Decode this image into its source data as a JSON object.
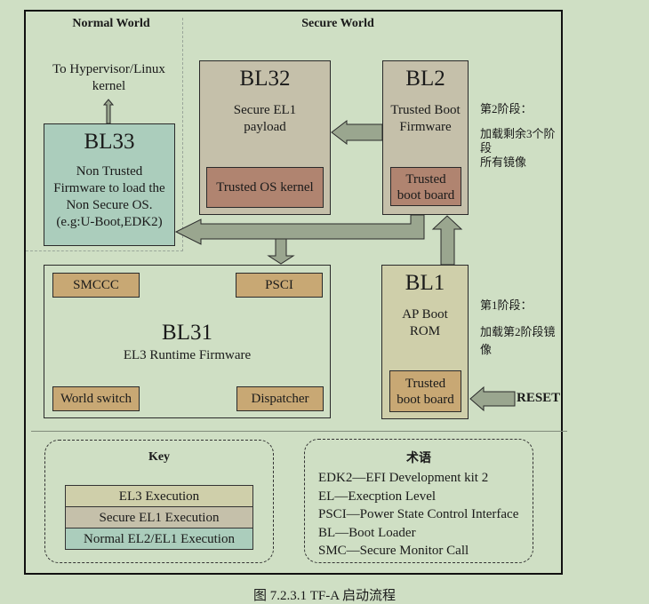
{
  "figure": {
    "caption": "图 7.2.3.1 TF-A 启动流程",
    "regions": {
      "normal_world": "Normal World",
      "secure_world": "Secure World"
    },
    "hypervisor_target": [
      "To Hypervisor/Linux",
      "kernel"
    ],
    "bl33": {
      "title": "BL33",
      "desc": [
        "Non Trusted",
        "Firmware to load the",
        "Non Secure OS.",
        "(e.g:U-Boot,EDK2)"
      ]
    },
    "bl32": {
      "title": "BL32",
      "desc": [
        "Secure EL1",
        "payload"
      ],
      "component": "Trusted OS kernel"
    },
    "bl2": {
      "title": "BL2",
      "desc": [
        "Trusted Boot",
        "Firmware"
      ],
      "component": [
        "Trusted",
        "boot board"
      ]
    },
    "bl2_note": {
      "stage": "第2阶段：",
      "desc": [
        "加载剩余3个阶段",
        "所有镜像"
      ]
    },
    "bl31": {
      "title": "BL31",
      "desc": "EL3 Runtime Firmware",
      "components": [
        "SMCCC",
        "PSCI",
        "World switch",
        "Dispatcher"
      ]
    },
    "bl1": {
      "title": "BL1",
      "desc": [
        "AP Boot",
        "ROM"
      ],
      "component": [
        "Trusted",
        "boot board"
      ]
    },
    "bl1_note": {
      "stage": "第1阶段：",
      "desc": "加载第2阶段镜像"
    },
    "reset_label": "RESET",
    "key": {
      "title": "Key",
      "items": [
        {
          "label": "EL3 Execution",
          "color": "#cfcfaa"
        },
        {
          "label": "Secure EL1 Execution",
          "color": "#c5c0aa"
        },
        {
          "label": "Normal EL2/EL1 Execution",
          "color": "#abcdbc"
        }
      ]
    },
    "glossary": {
      "title": "术语",
      "items": [
        "EDK2—EFI Development kit 2",
        "EL—Execption Level",
        "PSCI—Power State Control Interface",
        "BL—Boot Loader",
        "SMC—Secure Monitor Call"
      ]
    },
    "colors": {
      "background": "#cfdfc4",
      "arrow": "#9aa68f",
      "secure": "#c5c0aa",
      "normal": "#abcdbc",
      "component_red": "#b08470",
      "component_tan": "#c8a874"
    }
  }
}
